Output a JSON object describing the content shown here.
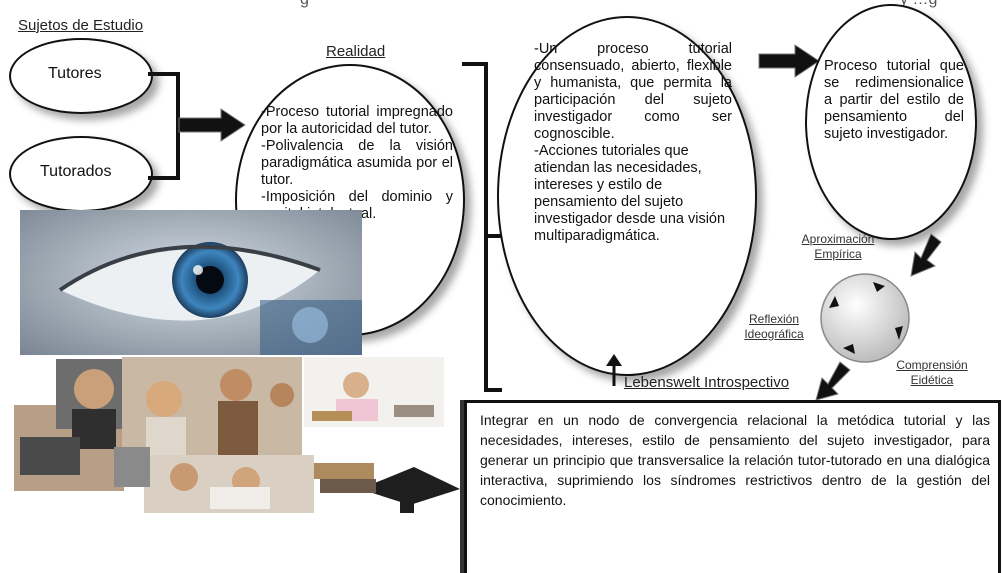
{
  "header": {
    "fragment": "…g",
    "fragment_right": "…y …g",
    "sujetos_title": "Sujetos de Estudio"
  },
  "subjects": {
    "tutores": "Tutores",
    "tutorados": "Tutorados"
  },
  "realidad": {
    "label": "Realidad",
    "items": [
      "-Proceso tutorial impregnado por la autoricidad del tutor.",
      "-Polivalencia de la visión paradigmática asumida por el tutor.",
      "-Imposición del dominio y capital intelectual."
    ]
  },
  "lebenswelt": {
    "label": "Lebenswelt Introspectivo",
    "items": [
      "-Un proceso tutorial consensuado, abierto, flexible y humanista, que permita la participación del sujeto investigador como ser cognoscible.",
      "-Acciones tutoriales que atiendan las necesidades, intereses y estilo de pensamiento del sujeto investigador desde una visión multiparadigmática."
    ]
  },
  "result": {
    "text": "Proceso tutorial que se redimensionalice a partir del estilo de pensamiento del sujeto investigador."
  },
  "cycle": {
    "aproximacion": "Aproximación Empírica",
    "reflexion": "Reflexión Ideográfica",
    "comprension": "Comprensión Eidética"
  },
  "bottom_box": {
    "text": "Integrar en un nodo de convergencia relacional la metódica tutorial y las necesidades, intereses, estilo de pensamiento del sujeto investigador, para generar un principio que transversalice la relación tutor-tutorado en una dialógica interactiva, suprimiendo los síndromes restrictivos dentro de la gestión del conocimiento."
  },
  "colors": {
    "line": "#111111",
    "shadow": "#444444"
  }
}
